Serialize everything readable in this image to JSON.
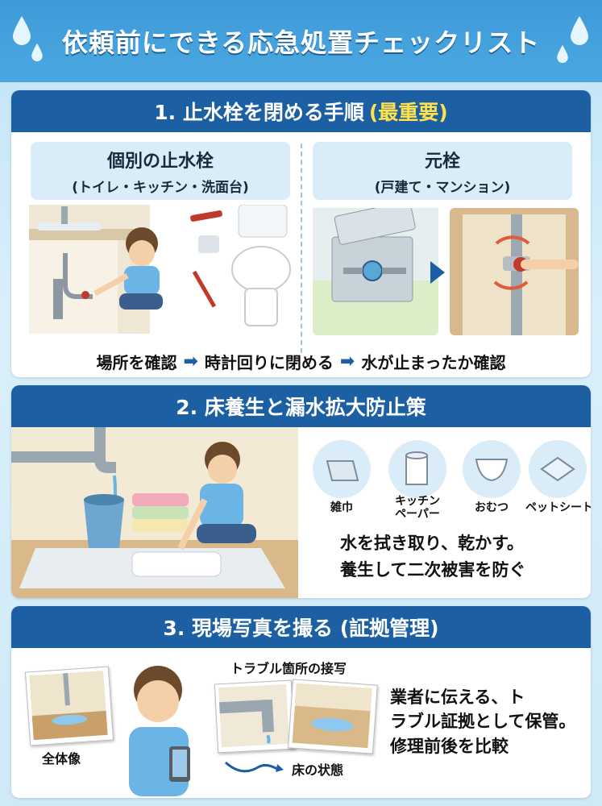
{
  "title": "依頼前にできる応急処置チェックリスト",
  "section1": {
    "heading": "1. 止水栓を閉める手順",
    "heading_accent": "(最重要)",
    "left": {
      "title": "個別の止水栓",
      "subtitle": "(トイレ・キッチン・洗面台)"
    },
    "right": {
      "title": "元栓",
      "subtitle": "(戸建て・マンション)"
    },
    "steps": [
      "場所を確認",
      "時計回りに閉める",
      "水が止まったか確認"
    ]
  },
  "section2": {
    "heading": "2. 床養生と漏水拡大防止策",
    "items": [
      {
        "label": "雑巾",
        "icon": "cloth-icon"
      },
      {
        "label": "キッチン\nペーパー",
        "icon": "paper-towel-icon"
      },
      {
        "label": "おむつ",
        "icon": "diaper-icon"
      },
      {
        "label": "ペットシート",
        "icon": "pet-sheet-icon"
      }
    ],
    "text_line1": "水を拭き取り、乾かす。",
    "text_line2": "養生して二次被害を防ぐ"
  },
  "section3": {
    "heading": "3. 現場写真を撮る (証拠管理)",
    "caption_overall": "全体像",
    "caption_closeup": "トラブル箇所の接写",
    "caption_floor": "床の状態",
    "text_line1": "業者に伝える、ト",
    "text_line2": "ラブル証拠として保管。",
    "text_line3": "修理前後を比較"
  },
  "colors": {
    "header_bg": "#4aa8e0",
    "section_head_bg": "#1c5fa2",
    "accent_yellow": "#ffe14d",
    "panel_blue": "#d9ecf8"
  }
}
